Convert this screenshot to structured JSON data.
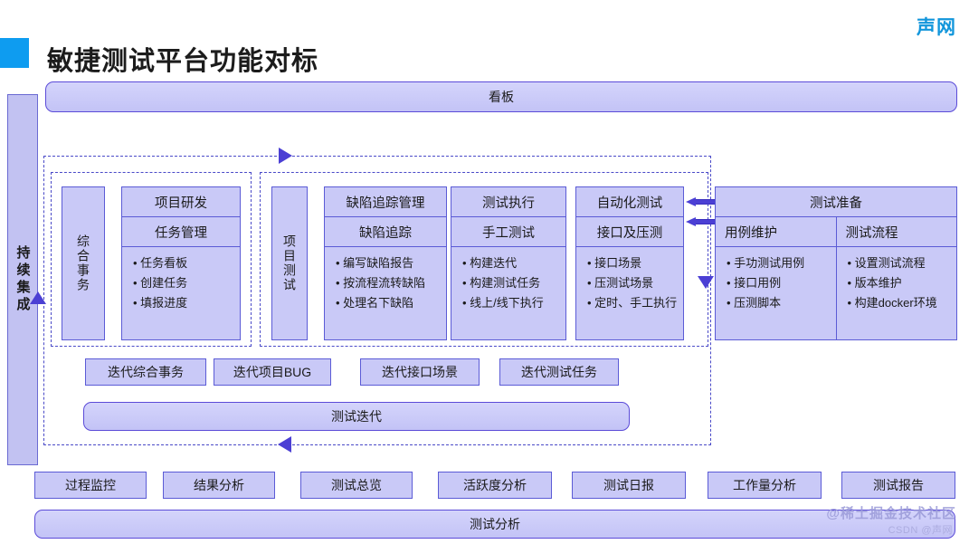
{
  "header": {
    "logo": "声网",
    "title": "敏捷测试平台功能对标"
  },
  "top_banner": {
    "label": "看板"
  },
  "left_rail": {
    "label": "持续集成"
  },
  "groups": {
    "comprehensive": {
      "side_label": "综合事务",
      "card": {
        "title": "项目研发",
        "subtitle": "任务管理",
        "bullets": [
          "任务看板",
          "创建任务",
          "填报进度"
        ]
      }
    },
    "project_test": {
      "side_label": "项目测试",
      "cards": [
        {
          "title": "缺陷追踪管理",
          "subtitle": "缺陷追踪",
          "bullets": [
            "编写缺陷报告",
            "按流程流转缺陷",
            "处理名下缺陷"
          ]
        },
        {
          "title": "测试执行",
          "subtitle": "手工测试",
          "bullets": [
            "构建迭代",
            "构建测试任务",
            "线上/线下执行"
          ]
        }
      ]
    },
    "automation": {
      "title": "自动化测试",
      "subtitle": "接口及压测",
      "bullets": [
        "接口场景",
        "压测试场景",
        "定时、手工执行"
      ]
    },
    "preparation": {
      "title": "测试准备",
      "columns": [
        {
          "subtitle": "用例维护",
          "bullets": [
            "手功测试用例",
            "接口用例",
            "压测脚本"
          ]
        },
        {
          "subtitle": "测试流程",
          "bullets": [
            "设置测试流程",
            "版本维护",
            "构建docker环境"
          ]
        }
      ]
    }
  },
  "iteration_chips": [
    "迭代综合事务",
    "迭代项目BUG",
    "迭代接口场景",
    "迭代测试任务"
  ],
  "iteration_banner": {
    "label": "测试迭代"
  },
  "analysis_chips": [
    "过程监控",
    "结果分析",
    "测试总览",
    "活跃度分析",
    "测试日报",
    "工作量分析",
    "测试报告"
  ],
  "analysis_banner": {
    "label": "测试分析"
  },
  "watermark": {
    "line1": "@稀土掘金技术社区",
    "line2": "CSDN @声网"
  },
  "colors": {
    "accent_blue": "#0e9cf0",
    "logo_blue": "#1296db",
    "box_fill": "#c9c9f7",
    "box_border": "#5b5bd6",
    "dash_border": "#4a4ac8",
    "arrow": "#4b3fd4"
  }
}
